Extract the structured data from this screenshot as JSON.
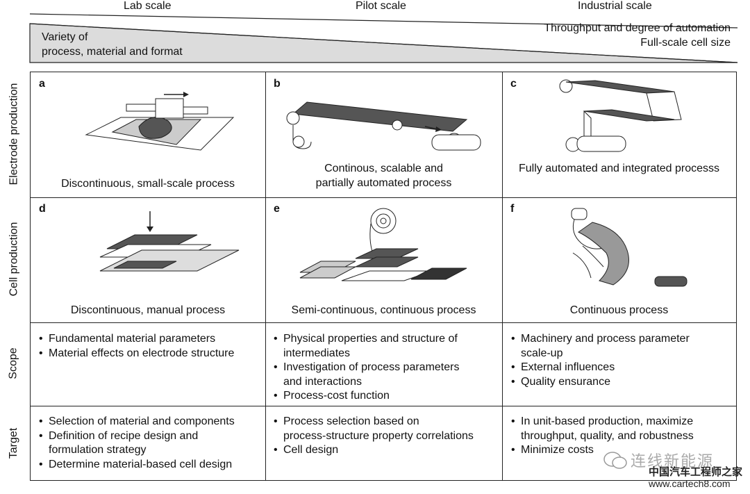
{
  "scales": [
    "Lab scale",
    "Pilot scale",
    "Industrial scale"
  ],
  "wedge": {
    "left_lines": [
      "Variety of",
      "process, material and format"
    ],
    "right_lines": [
      "Throughput and degree of automation",
      "Full-scale cell size"
    ]
  },
  "rows": [
    "Electrode production",
    "Cell production",
    "Scope",
    "Target"
  ],
  "panels": [
    {
      "letter": "a",
      "caption_lines": [
        "Discontinuous, small-scale process"
      ]
    },
    {
      "letter": "b",
      "caption_lines": [
        "Continous, scalable and",
        "partially automated process"
      ]
    },
    {
      "letter": "c",
      "caption_lines": [
        "Fully automated and integrated processs"
      ]
    },
    {
      "letter": "d",
      "caption_lines": [
        "Discontinuous, manual process"
      ]
    },
    {
      "letter": "e",
      "caption_lines": [
        "Semi-continuous, continuous process"
      ]
    },
    {
      "letter": "f",
      "caption_lines": [
        "Continuous process"
      ]
    }
  ],
  "scope": [
    [
      [
        "Fundamental material parameters"
      ],
      [
        "Material effects on electrode structure"
      ]
    ],
    [
      [
        "Physical properties and structure of",
        "intermediates"
      ],
      [
        "Investigation of process parameters",
        "and interactions"
      ],
      [
        "Process-cost function"
      ]
    ],
    [
      [
        "Machinery and process parameter",
        "scale-up"
      ],
      [
        "External influences"
      ],
      [
        "Quality ensurance"
      ]
    ]
  ],
  "target": [
    [
      [
        "Selection of material and components"
      ],
      [
        "Definition of recipe design and",
        "formulation strategy"
      ],
      [
        "Determine material-based cell design"
      ]
    ],
    [
      [
        "Process selection based on",
        "process-structure property correlations"
      ],
      [
        "Cell design"
      ]
    ],
    [
      [
        "In unit-based production, maximize",
        "throughput, quality, and robustness"
      ],
      [
        "Minimize costs"
      ]
    ]
  ],
  "watermark": {
    "line1": "连线新能源",
    "line2": "中国汽车工程师之家",
    "line3": "www.cartech8.com"
  }
}
